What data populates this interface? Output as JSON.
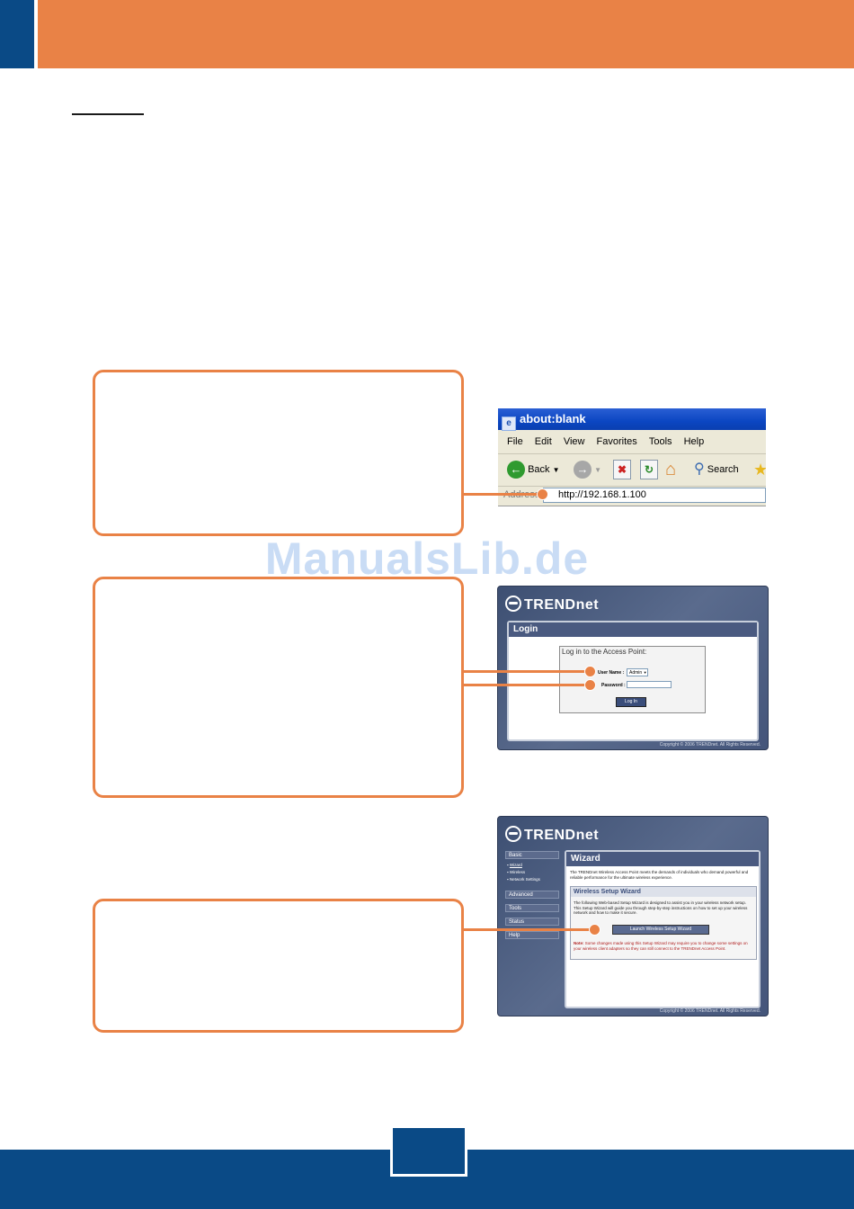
{
  "watermark": "ManualsLib.de",
  "browser": {
    "title": "about:blank",
    "menu": [
      "File",
      "Edit",
      "View",
      "Favorites",
      "Tools",
      "Help"
    ],
    "toolbar": {
      "back": "Back",
      "search": "Search"
    },
    "address_label": "Address",
    "address_value": "http://192.168.1.100"
  },
  "login_screen": {
    "brand": "TRENDnet",
    "bar_title": "Login",
    "box_title": "Log in to the Access Point:",
    "username_label": "User Name :",
    "username_value": "Admin",
    "password_label": "Password :",
    "login_button": "Log In",
    "copyright": "Copyright © 2006 TRENDnet. All Rights Reserved."
  },
  "wizard_screen": {
    "brand": "TRENDnet",
    "nav": {
      "basic": "Basic",
      "basic_items": [
        "Wizard",
        "Wireless",
        "Network Settings"
      ],
      "advanced": "Advanced",
      "tools": "Tools",
      "status": "Status",
      "help": "Help"
    },
    "bar_title": "Wizard",
    "intro": "The TRENDnet Wireless Access Point meets the demands of individuals who demand powerful and reliable performance for the ultimate wireless experience.",
    "section_title": "Wireless Setup Wizard",
    "section_text": "The following Web-based Setup Wizard is designed to assist you in your wireless network setup. This Setup Wizard will guide you through step-by-step instructions on how to set up your wireless network and how to make it secure.",
    "launch_button": "Launch Wireless Setup Wizard",
    "note_label": "Note:",
    "note_text": "Some changes made using this Setup Wizard may require you to change some settings on your wireless client adapters so they can still connect to the TRENDnet Access Point.",
    "copyright": "Copyright © 2006 TRENDnet. All Rights Reserved."
  },
  "colors": {
    "orange": "#e98246",
    "blue": "#0a4a86"
  }
}
